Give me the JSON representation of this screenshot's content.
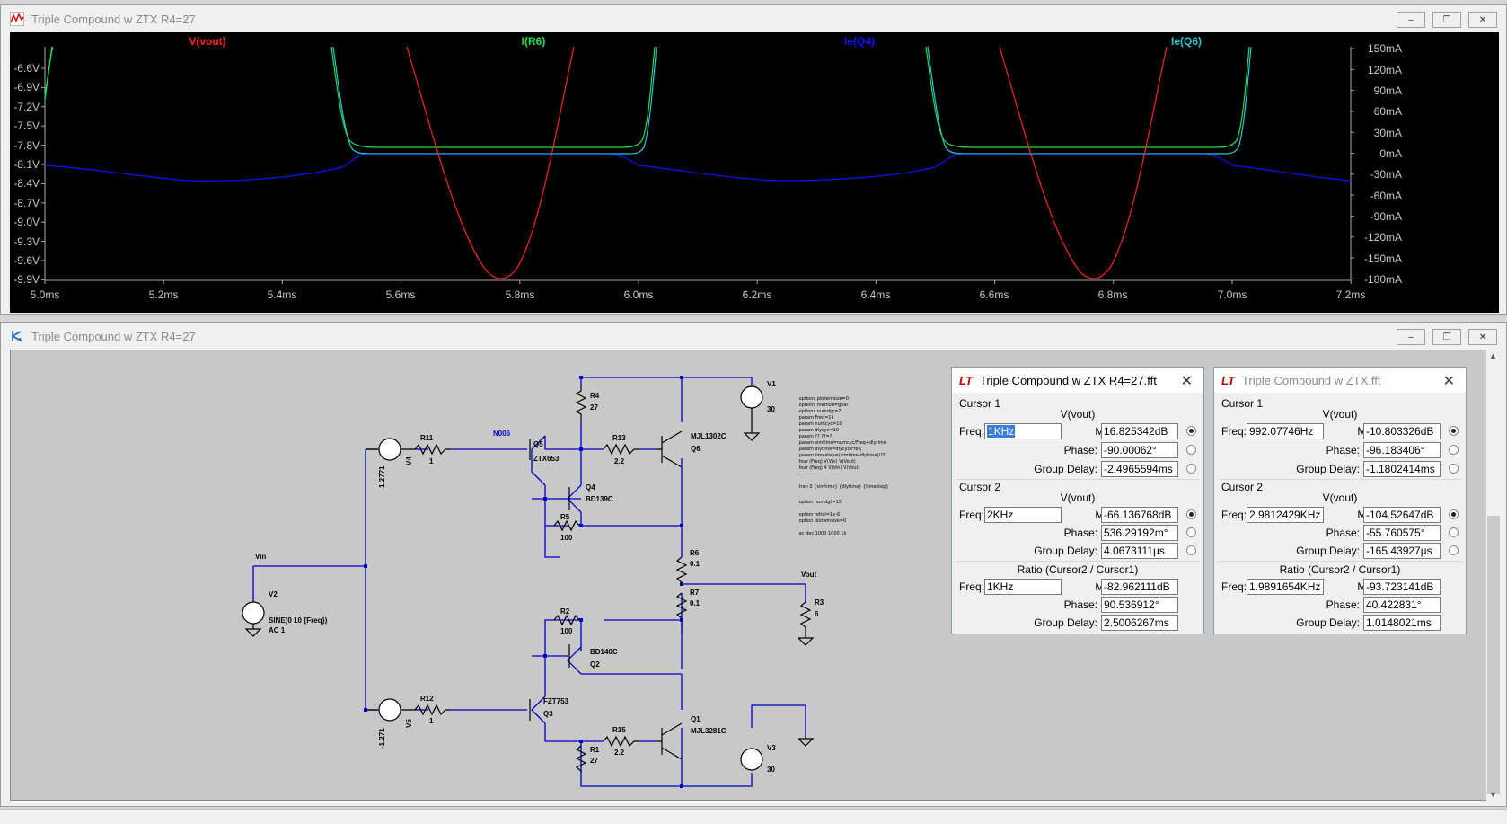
{
  "plot_window": {
    "title": "Triple Compound w ZTX R4=27",
    "traces": [
      {
        "label": "V(vout)",
        "color": "#ff2020"
      },
      {
        "label": "I(R6)",
        "color": "#20e040"
      },
      {
        "label": "Ie(Q4)",
        "color": "#1010ff"
      },
      {
        "label": "Ie(Q6)",
        "color": "#20c8d8"
      }
    ],
    "left_ticks": [
      "-6.6V",
      "-6.9V",
      "-7.2V",
      "-7.5V",
      "-7.8V",
      "-8.1V",
      "-8.4V",
      "-8.7V",
      "-9.0V",
      "-9.3V",
      "-9.6V",
      "-9.9V"
    ],
    "right_ticks": [
      "150mA",
      "120mA",
      "90mA",
      "60mA",
      "30mA",
      "0mA",
      "-30mA",
      "-60mA",
      "-90mA",
      "-120mA",
      "-150mA",
      "-180mA"
    ],
    "x_ticks": [
      "5.0ms",
      "5.2ms",
      "5.4ms",
      "5.6ms",
      "5.8ms",
      "6.0ms",
      "6.2ms",
      "6.4ms",
      "6.6ms",
      "6.8ms",
      "7.0ms",
      "7.2ms"
    ]
  },
  "schematic_window": {
    "title": "Triple Compound w ZTX R4=27",
    "labels": {
      "r4": "R4",
      "r4v": "27",
      "r13": "R13",
      "r13v": "2.2",
      "r11": "R11",
      "r11v": "1",
      "n006": "N006",
      "q5": "Q5",
      "q5p": "ZTX653",
      "q6m": "MJL1302C",
      "q6": "Q6",
      "v1": "V1",
      "v1v": "30",
      "q4": "Q4",
      "q4p": "BD139C",
      "r5": "R5",
      "r5v": "100",
      "v4": "V4",
      "v4v": "1.2771",
      "r6": "R6",
      "r6v": "0.1",
      "vout": "Vout",
      "r7": "R7",
      "r7v": "0.1",
      "r3": "R3",
      "r3v": "6",
      "vin": "Vin",
      "v2": "V2",
      "v2s": "SINE(0 10 {Freq})",
      "v2ac": "AC 1",
      "r2": "R2",
      "r2v": "100",
      "q2p": "BD140C",
      "q2": "Q2",
      "r12": "R12",
      "r12v": "1",
      "q3p": "FZT753",
      "q3": "Q3",
      "v5": "V5",
      "v5v": "-1.271",
      "r15": "R15",
      "r15v": "2.2",
      "q1": "Q1",
      "q1p": "MJL3281C",
      "r1": "R1",
      "r1v": "27",
      "v3": "V3",
      "v3v": "30"
    },
    "directives": [
      ".options plotwinsize=0",
      ".options method=gear",
      ".options numdgt=7",
      ".param Freq=1k",
      ".param numcyc=10",
      ".param dlycyc=10",
      ".param ?? ??=?",
      ".param simtime=numcyc/Freq+dlytime",
      ".param dlytime=dlycyc/Freq",
      ".param timestep=(simtime-dlytime)/??",
      ".four (Freq) V(Vin) V(Vout)",
      ".four (Freq) 4 V(Vin) V(Vout)",
      ";",
      ".tran 0 {simtime} {dlytime} {timestep}",
      "",
      ".option numdgt=15",
      "",
      ".option reltol=1e-6",
      ".option plotwinsize=0",
      ";",
      ";ac dec 1000 1000 1k"
    ]
  },
  "fft_dialogs": [
    {
      "title": "Triple Compound w ZTX R4=27.fft",
      "active": true,
      "cursor1": {
        "label": "Cursor 1",
        "trace": "V(vout)",
        "freq": "1KHz",
        "mag": "16.825342dB",
        "phase": "-90.00062°",
        "delay": "-2.4965594ms"
      },
      "cursor2": {
        "label": "Cursor 2",
        "trace": "V(vout)",
        "freq": "2KHz",
        "mag": "-66.136768dB",
        "phase": "536.29192m°",
        "delay": "4.0673111µs"
      },
      "ratio": {
        "label": "Ratio (Cursor2 / Cursor1)",
        "freq": "1KHz",
        "mag": "-82.962111dB",
        "phase": "90.536912°",
        "delay": "2.5006267ms"
      }
    },
    {
      "title": "Triple Compound w ZTX.fft",
      "active": false,
      "cursor1": {
        "label": "Cursor 1",
        "trace": "V(vout)",
        "freq": "992.07746Hz",
        "mag": "-10.803326dB",
        "phase": "-96.183406°",
        "delay": "-1.1802414ms"
      },
      "cursor2": {
        "label": "Cursor 2",
        "trace": "V(vout)",
        "freq": "2.9812429KHz",
        "mag": "-104.52647dB",
        "phase": "-55.760575°",
        "delay": "-165.43927µs"
      },
      "ratio": {
        "label": "Ratio (Cursor2 / Cursor1)",
        "freq": "1.9891654KHz",
        "mag": "-93.723141dB",
        "phase": "40.422831°",
        "delay": "1.0148021ms"
      }
    }
  ],
  "dialog_labels": {
    "freq": "Freq:",
    "mag": "Mag:",
    "phase": "Phase:",
    "delay": "Group Delay:"
  },
  "window_buttons": {
    "minimize": "–",
    "restore": "❐",
    "close": "✕"
  },
  "colors": {
    "plot_bg": "#000000",
    "wire": "#0000c8",
    "schematic_bg": "#c8c8c8"
  }
}
